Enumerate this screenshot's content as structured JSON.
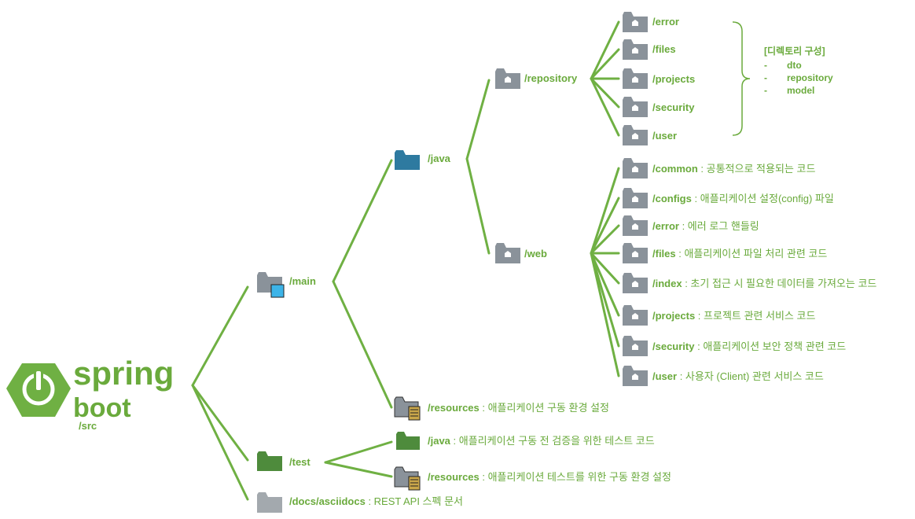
{
  "logo": {
    "word1": "spring",
    "word2": "boot",
    "root": "/src"
  },
  "colors": {
    "line": "#6fb043",
    "text": "#6aaa3c",
    "folder_gray": "#8a929a",
    "folder_blue": "#2e7aa0",
    "folder_green": "#4e8b3c",
    "accent_blue": "#3db4e8",
    "bracket": "#6aaa3c"
  },
  "main": {
    "label": "/main"
  },
  "java": {
    "label": "/java"
  },
  "repository": {
    "label": "/repository",
    "children": [
      "/error",
      "/files",
      "/projects",
      "/security",
      "/user"
    ],
    "note": {
      "title": "[디렉토리 구성]",
      "items": [
        "dto",
        "repository",
        "model"
      ]
    }
  },
  "web": {
    "label": "/web",
    "children": [
      {
        "name": "/common",
        "desc": " : 공통적으로 적용되는 코드"
      },
      {
        "name": "/configs",
        "desc": " : 애플리케이션 설정(config) 파일"
      },
      {
        "name": "/error",
        "desc": " : 에러 로그 핸들링"
      },
      {
        "name": "/files",
        "desc": " : 애플리케이션 파일 처리 관련 코드"
      },
      {
        "name": "/index",
        "desc": " : 초기 접근 시 필요한 데이터를 가져오는 코드"
      },
      {
        "name": "/projects",
        "desc": " : 프로젝트 관련 서비스 코드"
      },
      {
        "name": "/security",
        "desc": " : 애플리케이션 보안 정책 관련 코드"
      },
      {
        "name": "/user",
        "desc": " : 사용자 (Client) 관련 서비스 코드"
      }
    ]
  },
  "main_resources": {
    "name": "/resources",
    "desc": " : 애플리케이션 구동 환경 설정"
  },
  "test": {
    "label": "/test",
    "java": {
      "name": "/java",
      "desc": " : 애플리케이션 구동 전 검증을 위한 테스트 코드"
    },
    "resources": {
      "name": "/resources",
      "desc": " : 애플리케이션 테스트를 위한 구동 환경 설정"
    }
  },
  "docs": {
    "name": "/docs/asciidocs",
    "desc": " : REST API 스펙 문서"
  },
  "note_dash": "-"
}
